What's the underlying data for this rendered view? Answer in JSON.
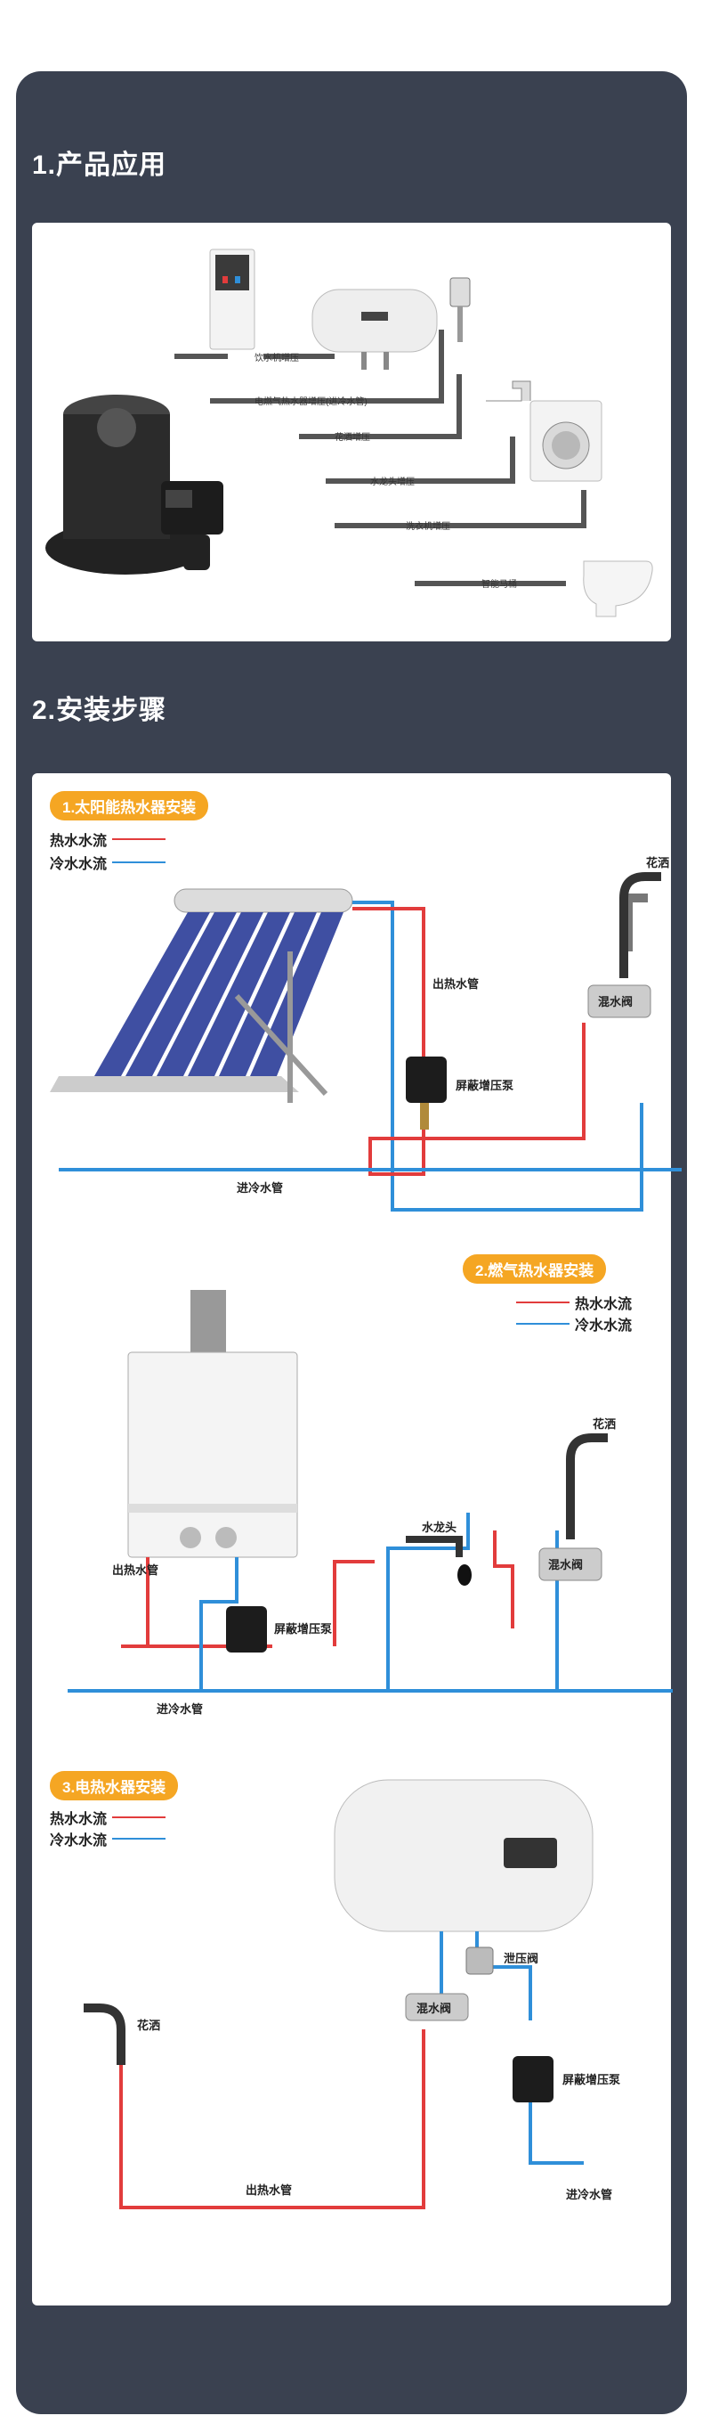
{
  "section1": {
    "title": "1.产品应用",
    "pipes": [
      "饮水机增压",
      "电燃气热水器增压(进冷水管)",
      "花洒增压",
      "水龙头增压",
      "洗衣机增压",
      "智能马桶"
    ]
  },
  "section2": {
    "title": "2.安装步骤",
    "legend_hot": "热水水流",
    "legend_cold": "冷水水流",
    "colors": {
      "hot": "#e23c3c",
      "cold": "#2f8fd9",
      "badge": "#f5a623",
      "panel": "#3a4150"
    },
    "solar": {
      "badge": "1.太阳能热水器安装",
      "outlet_pipe": "出热水管",
      "pump": "屏蔽增压泵",
      "mix_valve": "混水阀",
      "shower": "花洒",
      "inlet_pipe": "进冷水管"
    },
    "gas": {
      "badge": "2.燃气热水器安装",
      "outlet_pipe": "出热水管",
      "pump": "屏蔽增压泵",
      "faucet": "水龙头",
      "mix_valve": "混水阀",
      "shower": "花洒",
      "inlet_pipe": "进冷水管"
    },
    "electric": {
      "badge": "3.电热水器安装",
      "shower": "花洒",
      "relief_valve": "泄压阀",
      "mix_valve": "混水阀",
      "pump": "屏蔽增压泵",
      "outlet_pipe": "出热水管",
      "inlet_pipe": "进冷水管"
    }
  }
}
